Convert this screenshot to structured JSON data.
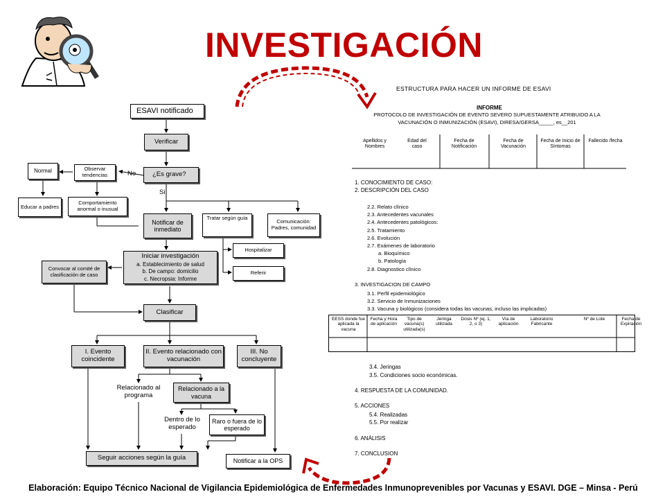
{
  "title": "INVESTIGACIÓN",
  "footer": "Elaboración: Equipo Técnico Nacional de Vigilancia Epidemiológica de Enfermedades Inmunoprevenibles por Vacunas y ESAVI. DGE – Minsa - Perú",
  "flowchart": {
    "esavi": "ESAVI notificado",
    "verificar": "Verificar",
    "es_grave": "¿Es grave?",
    "no": "No",
    "si": "Si",
    "normal": "Normal",
    "observar": "Observar tendencias",
    "educar": "Educar a padres",
    "comportamiento": "Comportamiento anormal o inusual",
    "notificar_inmediato": "Notificar de inmediato",
    "tratar": "Tratar según guía",
    "comunicacion": "Comunicación: Padres, comunidad",
    "hospitalizar": "Hospitalizar",
    "referir": "Referir",
    "iniciar_title": "Iniciar investigación",
    "iniciar_a": "a. Establecimiento de salud",
    "iniciar_b": "b. De campo: domicilio",
    "iniciar_c": "c. Necropsia: Informe",
    "convocar": "Convocar al comité de clasificación de caso",
    "clasificar": "Clasificar",
    "evento1": "I. Evento coincidente",
    "evento2": "II. Evento relacionado con vacunación",
    "evento3": "III. No concluyente",
    "rel_programa": "Relacionado al programa",
    "rel_vacuna": "Relacionado a la vacuna",
    "dentro": "Dentro de lo esperado",
    "raro": "Raro o fuera de lo esperado",
    "seguir": "Seguir acciones según la guía",
    "notificar_ops": "Notificar a la OPS"
  },
  "report": {
    "heading": "ESTRUCTURA PARA HACER UN INFORME DE ESAVI",
    "informe": "INFORME",
    "protocolo_1": "PROTOCOLO DE INVESTIGACIÓN DE EVENTO SEVERO SUPUESTAMENTE ATRIBUIDO A LA",
    "protocolo_2": "VACUNACIÓN O INMUNIZACIÓN (ESAVI), DIRESA/GERSA_____, es__201",
    "table1_headers": [
      "Apellidos y Nombres",
      "Edad del caso",
      "Fecha de Notificación",
      "Fecha de Vacunación",
      "Fecha de Inicio de Síntomas",
      "Fallecido /fecha"
    ],
    "s1": "1.   CONOCIMIENTO DE CASO:",
    "s2": "2.   DESCRIPCIÓN DEL CASO",
    "items2": [
      "2.2. Relato clínico",
      "2.3. Antecedentes vacunales",
      "2.4. Antecedentes patológicos:",
      "2.5. Tratamiento",
      "2.6. Evolución",
      "2.7. Exámenes de laboratorio"
    ],
    "items27": [
      "a.    Bioquímico",
      "b.    Patología"
    ],
    "item28": "2.8. Diagnostico clínico",
    "s3": "3. INVESTIGACION DE CAMPO",
    "items3": [
      "3.1. Perfil epidemiológico",
      "3.2. Servicio de Inmunizaciones",
      "3.3. Vacuna y biológicos (considera todas las vacunas, incluso las implicadas)"
    ],
    "table2_headers": [
      "EESS donde fue aplicada la vacuna",
      "Fecha y Hora de aplicación",
      "Tipo de vacuna(s) utilizada(s)",
      "Jeringa utilizada",
      "Dosis Nº (ej. 1, 2, o 3)",
      "Vía de aplicación",
      "Laboratorio Fabricante",
      "Nº de Lote",
      "Fecha de Expiración"
    ],
    "items3b": [
      "3.4.  Jeringas",
      "3.5.  Condiciones socio económicas."
    ],
    "s4": "4.   RESPUESTA DE LA COMUNIDAD.",
    "s5": "5.   ACCIONES",
    "items5": [
      "5.4.      Realizadas",
      "5.5.      Por realizar"
    ],
    "s6": "6.   ANÁLISIS",
    "s7": "7.   CONCLUSION"
  },
  "colors": {
    "title": "#c00000",
    "arrows": "#c00000",
    "box": "#d9d9d9"
  }
}
